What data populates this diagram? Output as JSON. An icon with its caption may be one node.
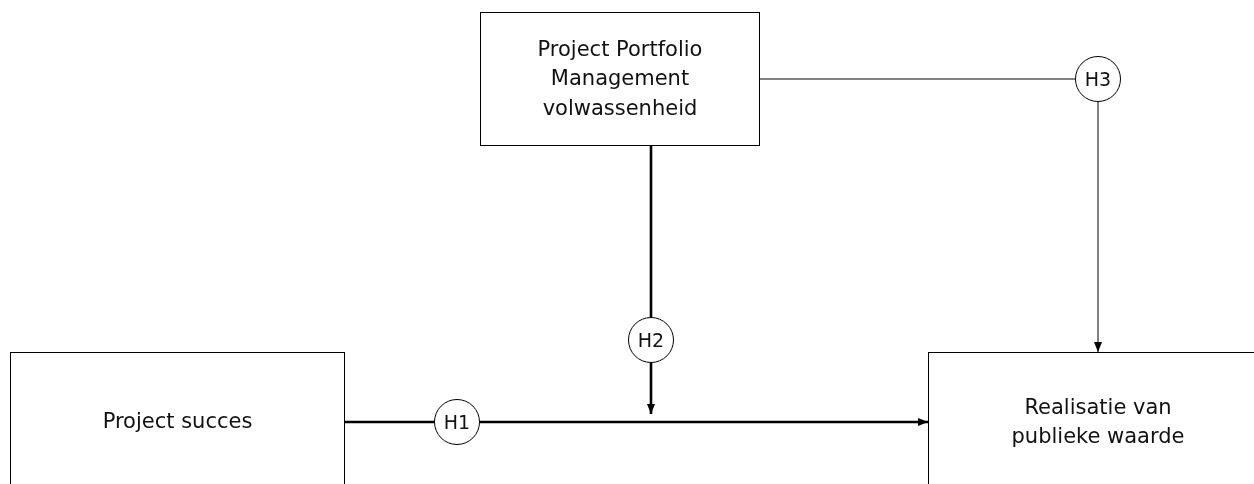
{
  "diagram": {
    "nodes": [
      {
        "text": [
          "Project Portfolio Management volwassenheid"
        ]
      },
      {
        "text": [
          "Project succes"
        ]
      },
      {
        "text": [
          "Realisatie van publieke waarde"
        ]
      },
      {
        "text": [
          "H1"
        ]
      },
      {
        "text": [
          "H2"
        ]
      },
      {
        "text": [
          "H3"
        ]
      }
    ],
    "edges": [
      {
        "from": 1,
        "to": 3,
        "arrow": "none"
      },
      {
        "from": 3,
        "to": 2,
        "arrow": "to"
      },
      {
        "from": 0,
        "to": 4,
        "arrow": "none"
      },
      {
        "from": 4,
        "to": null,
        "arrow": "to"
      },
      {
        "from": 0,
        "to": 5,
        "arrow": "none"
      },
      {
        "from": 5,
        "to": 2,
        "arrow": "to"
      }
    ]
  }
}
